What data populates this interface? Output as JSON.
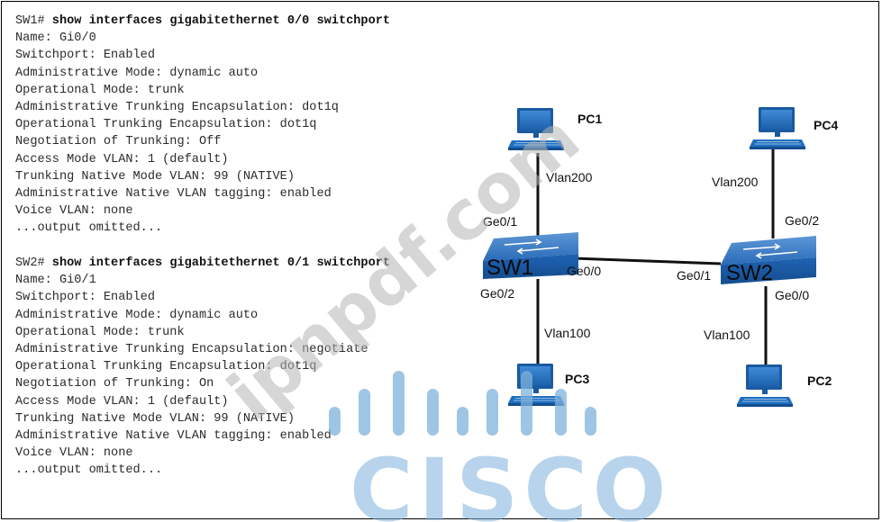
{
  "sw1": {
    "lines": [
      {
        "prompt": "SW1# ",
        "command": "show interfaces gigabitethernet 0/0 switchport"
      },
      {
        "text": "Name: Gi0/0"
      },
      {
        "text": "Switchport: Enabled"
      },
      {
        "text": "Administrative Mode: dynamic auto"
      },
      {
        "text": "Operational Mode: trunk"
      },
      {
        "text": "Administrative Trunking Encapsulation: dot1q"
      },
      {
        "text": "Operational Trunking Encapsulation: dot1q"
      },
      {
        "text": "Negotiation of Trunking: Off"
      },
      {
        "text": "Access Mode VLAN: 1 (default)"
      },
      {
        "text": "Trunking Native Mode VLAN: 99 (NATIVE)"
      },
      {
        "text": "Administrative Native VLAN tagging: enabled"
      },
      {
        "text": "Voice VLAN: none"
      },
      {
        "text": "...output omitted..."
      }
    ]
  },
  "sw2": {
    "lines": [
      {
        "prompt": "SW2# ",
        "command": "show interfaces gigabitethernet 0/1 switchport"
      },
      {
        "text": "Name: Gi0/1"
      },
      {
        "text": "Switchport: Enabled"
      },
      {
        "text": "Administrative Mode: dynamic auto"
      },
      {
        "text": "Operational Mode: trunk"
      },
      {
        "text": "Administrative Trunking Encapsulation: negotiate"
      },
      {
        "text": "Operational Trunking Encapsulation: dot1q"
      },
      {
        "text": "Negotiation of Trunking: On"
      },
      {
        "text": "Access Mode VLAN: 1 (default)"
      },
      {
        "text": "Trunking Native Mode VLAN: 99 (NATIVE)"
      },
      {
        "text": "Administrative Native VLAN tagging: enabled"
      },
      {
        "text": "Voice VLAN: none"
      },
      {
        "text": "...output omitted..."
      }
    ]
  },
  "diagram": {
    "sw1_label": "SW1",
    "sw2_label": "SW2",
    "pc1_label": "PC1",
    "pc2_label": "PC2",
    "pc3_label": "PC3",
    "pc4_label": "PC4",
    "sw1_ge01": "Ge0/1",
    "sw1_ge00": "Ge0/0",
    "sw1_ge02": "Ge0/2",
    "sw2_ge01": "Ge0/1",
    "sw2_ge02": "Ge0/2",
    "sw2_ge00": "Ge0/0",
    "vlan_pc1": "Vlan200",
    "vlan_pc4": "Vlan200",
    "vlan_pc3": "Vlan100",
    "vlan_pc2": "Vlan100",
    "colors": {
      "switch": "#1e63b0",
      "pc": "#1e6fc0",
      "link": "#111111"
    }
  },
  "watermark": {
    "site_text": "ipnpdf.com",
    "brand_text": "CISCO",
    "brand_color": "#7fb2dc"
  }
}
